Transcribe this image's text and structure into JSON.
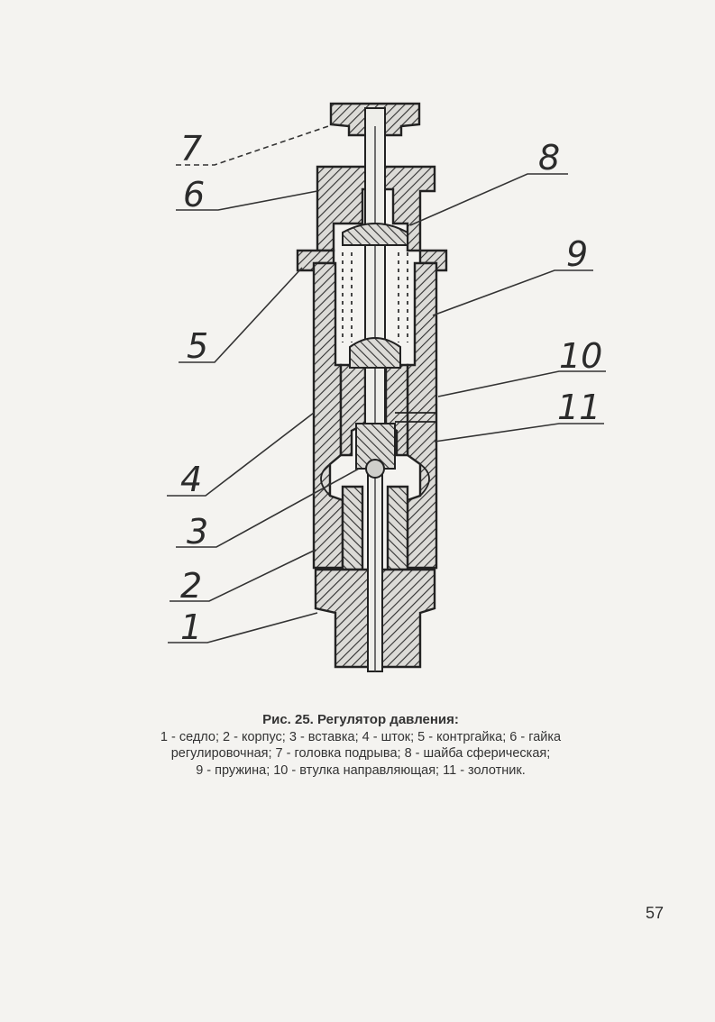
{
  "figure": {
    "callouts": [
      {
        "id": "7",
        "label": "7"
      },
      {
        "id": "6",
        "label": "6"
      },
      {
        "id": "8",
        "label": "8"
      },
      {
        "id": "9",
        "label": "9"
      },
      {
        "id": "5",
        "label": "5"
      },
      {
        "id": "10",
        "label": "10"
      },
      {
        "id": "11",
        "label": "11"
      },
      {
        "id": "4",
        "label": "4"
      },
      {
        "id": "3",
        "label": "3"
      },
      {
        "id": "2",
        "label": "2"
      },
      {
        "id": "1",
        "label": "1"
      }
    ]
  },
  "caption": {
    "title": "Рис. 25. Регулятор давления:",
    "lines": [
      "1 - седло; 2 - корпус; 3 - вставка;  4 - шток; 5 - контргайка; 6 - гайка",
      "регулировочная; 7 - головка подрыва; 8 - шайба сферическая;",
      "9 - пружина; 10 - втулка направляющая; 11 - золотник."
    ]
  },
  "page_number": "57"
}
